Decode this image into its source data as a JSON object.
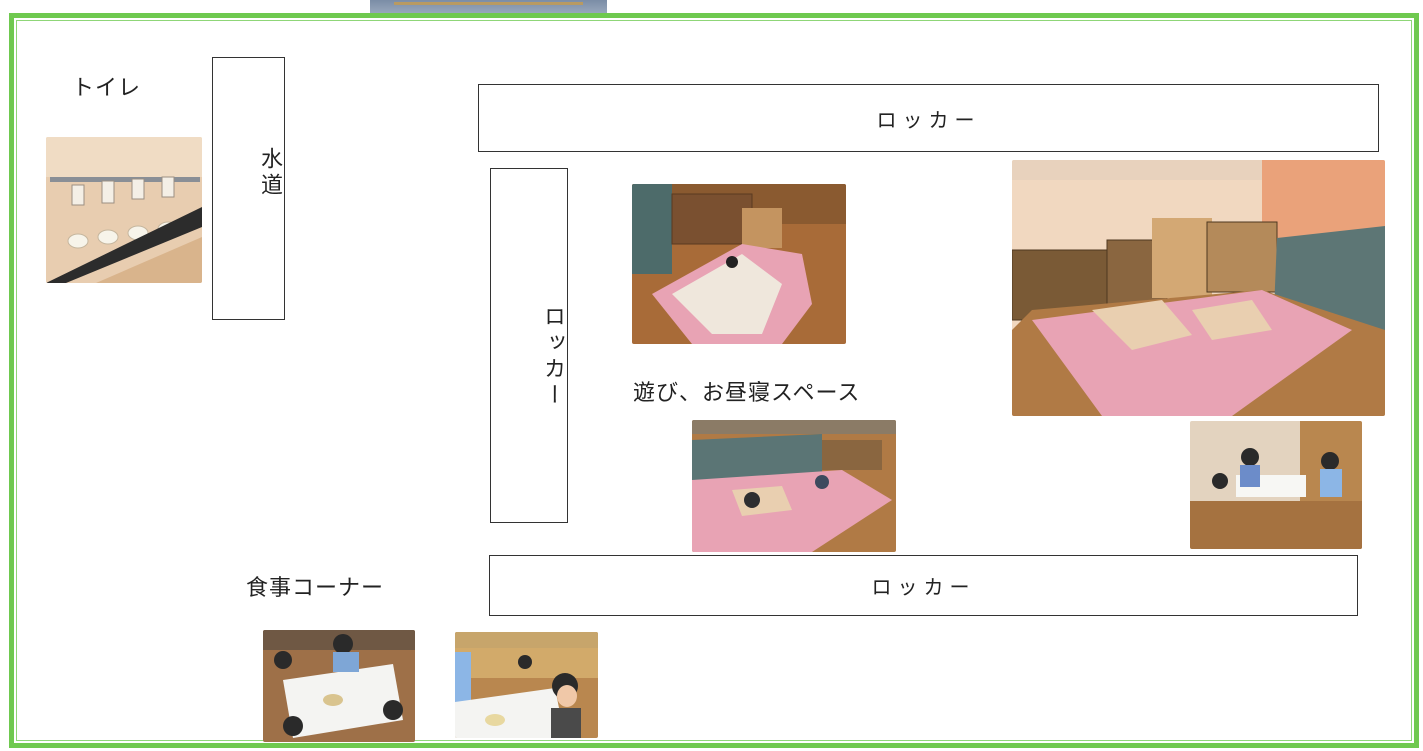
{
  "labels": {
    "toilet": "トイレ",
    "water": "水道",
    "locker_top": "ロッカー",
    "locker_left": "ロッカー",
    "locker_bottom": "ロッカー",
    "play_nap": "遊び、お昼寝スペース",
    "meal_corner": "食事コーナー"
  },
  "photos": [
    {
      "name": "toilet-photo",
      "subject": "toilets"
    },
    {
      "name": "play-area-photo-1",
      "subject": "mat play area"
    },
    {
      "name": "play-area-photo-2",
      "subject": "room with shelves and mats"
    },
    {
      "name": "play-area-photo-3",
      "subject": "children on mats"
    },
    {
      "name": "play-area-photo-4",
      "subject": "children at table"
    },
    {
      "name": "meal-photo-1",
      "subject": "children eating"
    },
    {
      "name": "meal-photo-2",
      "subject": "child eating"
    }
  ],
  "colors": {
    "frame": "#6fc94f",
    "mat_pink": "#e8a3b4",
    "mat_beige": "#e9cfb0",
    "floor": "#b07a45"
  }
}
